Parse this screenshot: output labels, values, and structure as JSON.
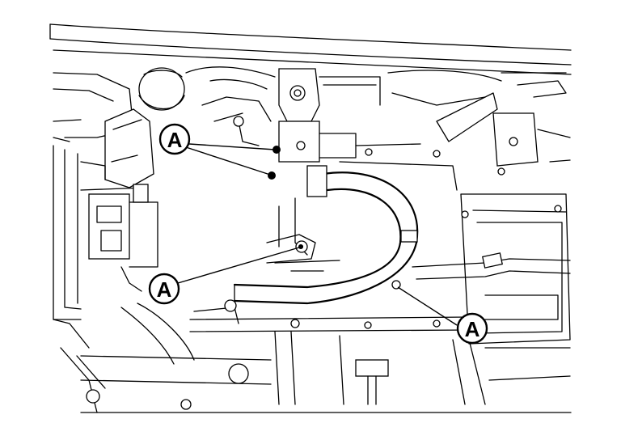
{
  "diagram": {
    "callouts": [
      {
        "id": "callout-a-top-left",
        "label": "A"
      },
      {
        "id": "callout-a-middle-left",
        "label": "A"
      },
      {
        "id": "callout-a-bottom-right",
        "label": "A"
      }
    ]
  }
}
